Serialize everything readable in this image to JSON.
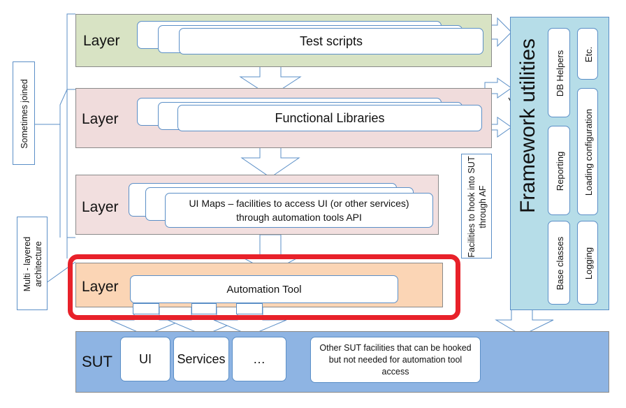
{
  "layers": {
    "test_scripts": {
      "label": "Layer",
      "content": "Test scripts",
      "fill": "#d8e3c4"
    },
    "functional_libraries": {
      "label": "Layer",
      "content": "Functional Libraries",
      "fill": "#f0dcdc"
    },
    "ui_maps": {
      "label": "Layer",
      "content_line1": "UI Maps – facilities to access UI (or other services)",
      "content_line2": "through automation tools API",
      "fill": "#f2dfdf"
    },
    "automation_tool": {
      "label": "Layer",
      "content": "Automation Tool",
      "fill": "#fbd5b5"
    }
  },
  "sut": {
    "label": "SUT",
    "items": [
      "UI",
      "Services",
      "…"
    ],
    "other_facilities": "Other SUT facilities that can be hooked but not needed for automation tool access",
    "fill": "#8eb4e3"
  },
  "framework": {
    "title": "Framework utilities",
    "fill": "#b6dde8",
    "cells": [
      "DB Helpers",
      "Etc.",
      "Reporting",
      "Loading configuration",
      "Base classes",
      "Logging"
    ]
  },
  "side_notes": {
    "sometimes_joined": "Sometimes joined",
    "multi_layered": "Multi - layered architecture",
    "hook_facilities": "Facilities to hook into SUT through AF"
  },
  "highlight_color": "#e8212a"
}
